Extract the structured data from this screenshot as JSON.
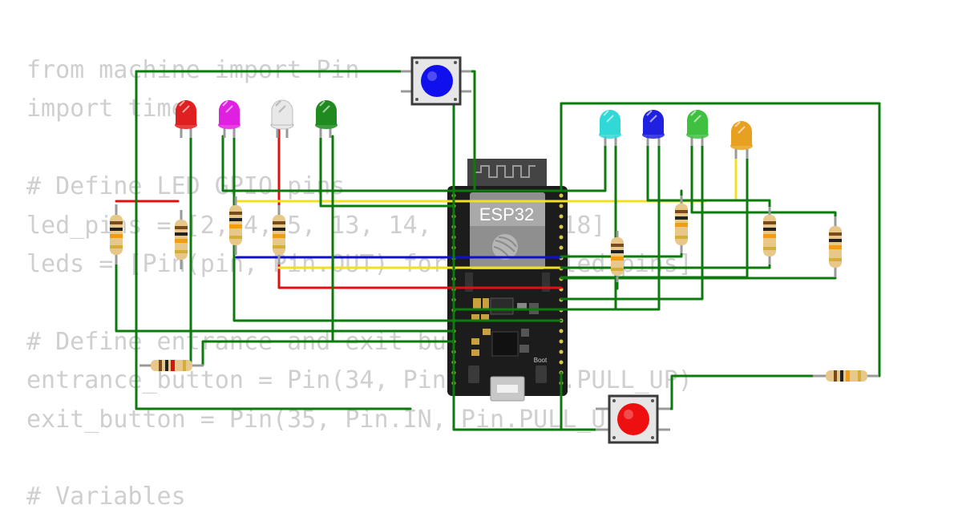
{
  "code_lines": [
    "from machine import Pin",
    "import time",
    "",
    "# Define LED GPIO pins",
    "led_pins = [2, 4, 5, 13, 14, 15, 16, 18]",
    "leds = [Pin(pin, Pin.OUT) for pin in led_pins]",
    "",
    "# Define entrance and exit buttons",
    "entrance_button = Pin(34, Pin.IN, Pin.PULL_UP)",
    "exit_button = Pin(35, Pin.IN, Pin.PULL_UP)",
    "",
    "# Variables"
  ],
  "board": {
    "label": "ESP32",
    "boot_label": "Boot"
  },
  "colors": {
    "wire_green": "#0d7a0d",
    "wire_red": "#e01010",
    "wire_yellow": "#f0e020",
    "wire_blue": "#1010cc",
    "board": "#1c1c1c",
    "background_code": "#cfcfcf"
  },
  "leds": [
    {
      "color": "#e02020"
    },
    {
      "color": "#e020e0"
    },
    {
      "color": "#e8e8e8"
    },
    {
      "color": "#1f8a1f"
    },
    {
      "color": "#30d8d8"
    },
    {
      "color": "#2020e0"
    },
    {
      "color": "#40c040"
    },
    {
      "color": "#e8a020"
    }
  ],
  "buttons": [
    {
      "color": "#1010ee"
    },
    {
      "color": "#ee1010"
    }
  ]
}
